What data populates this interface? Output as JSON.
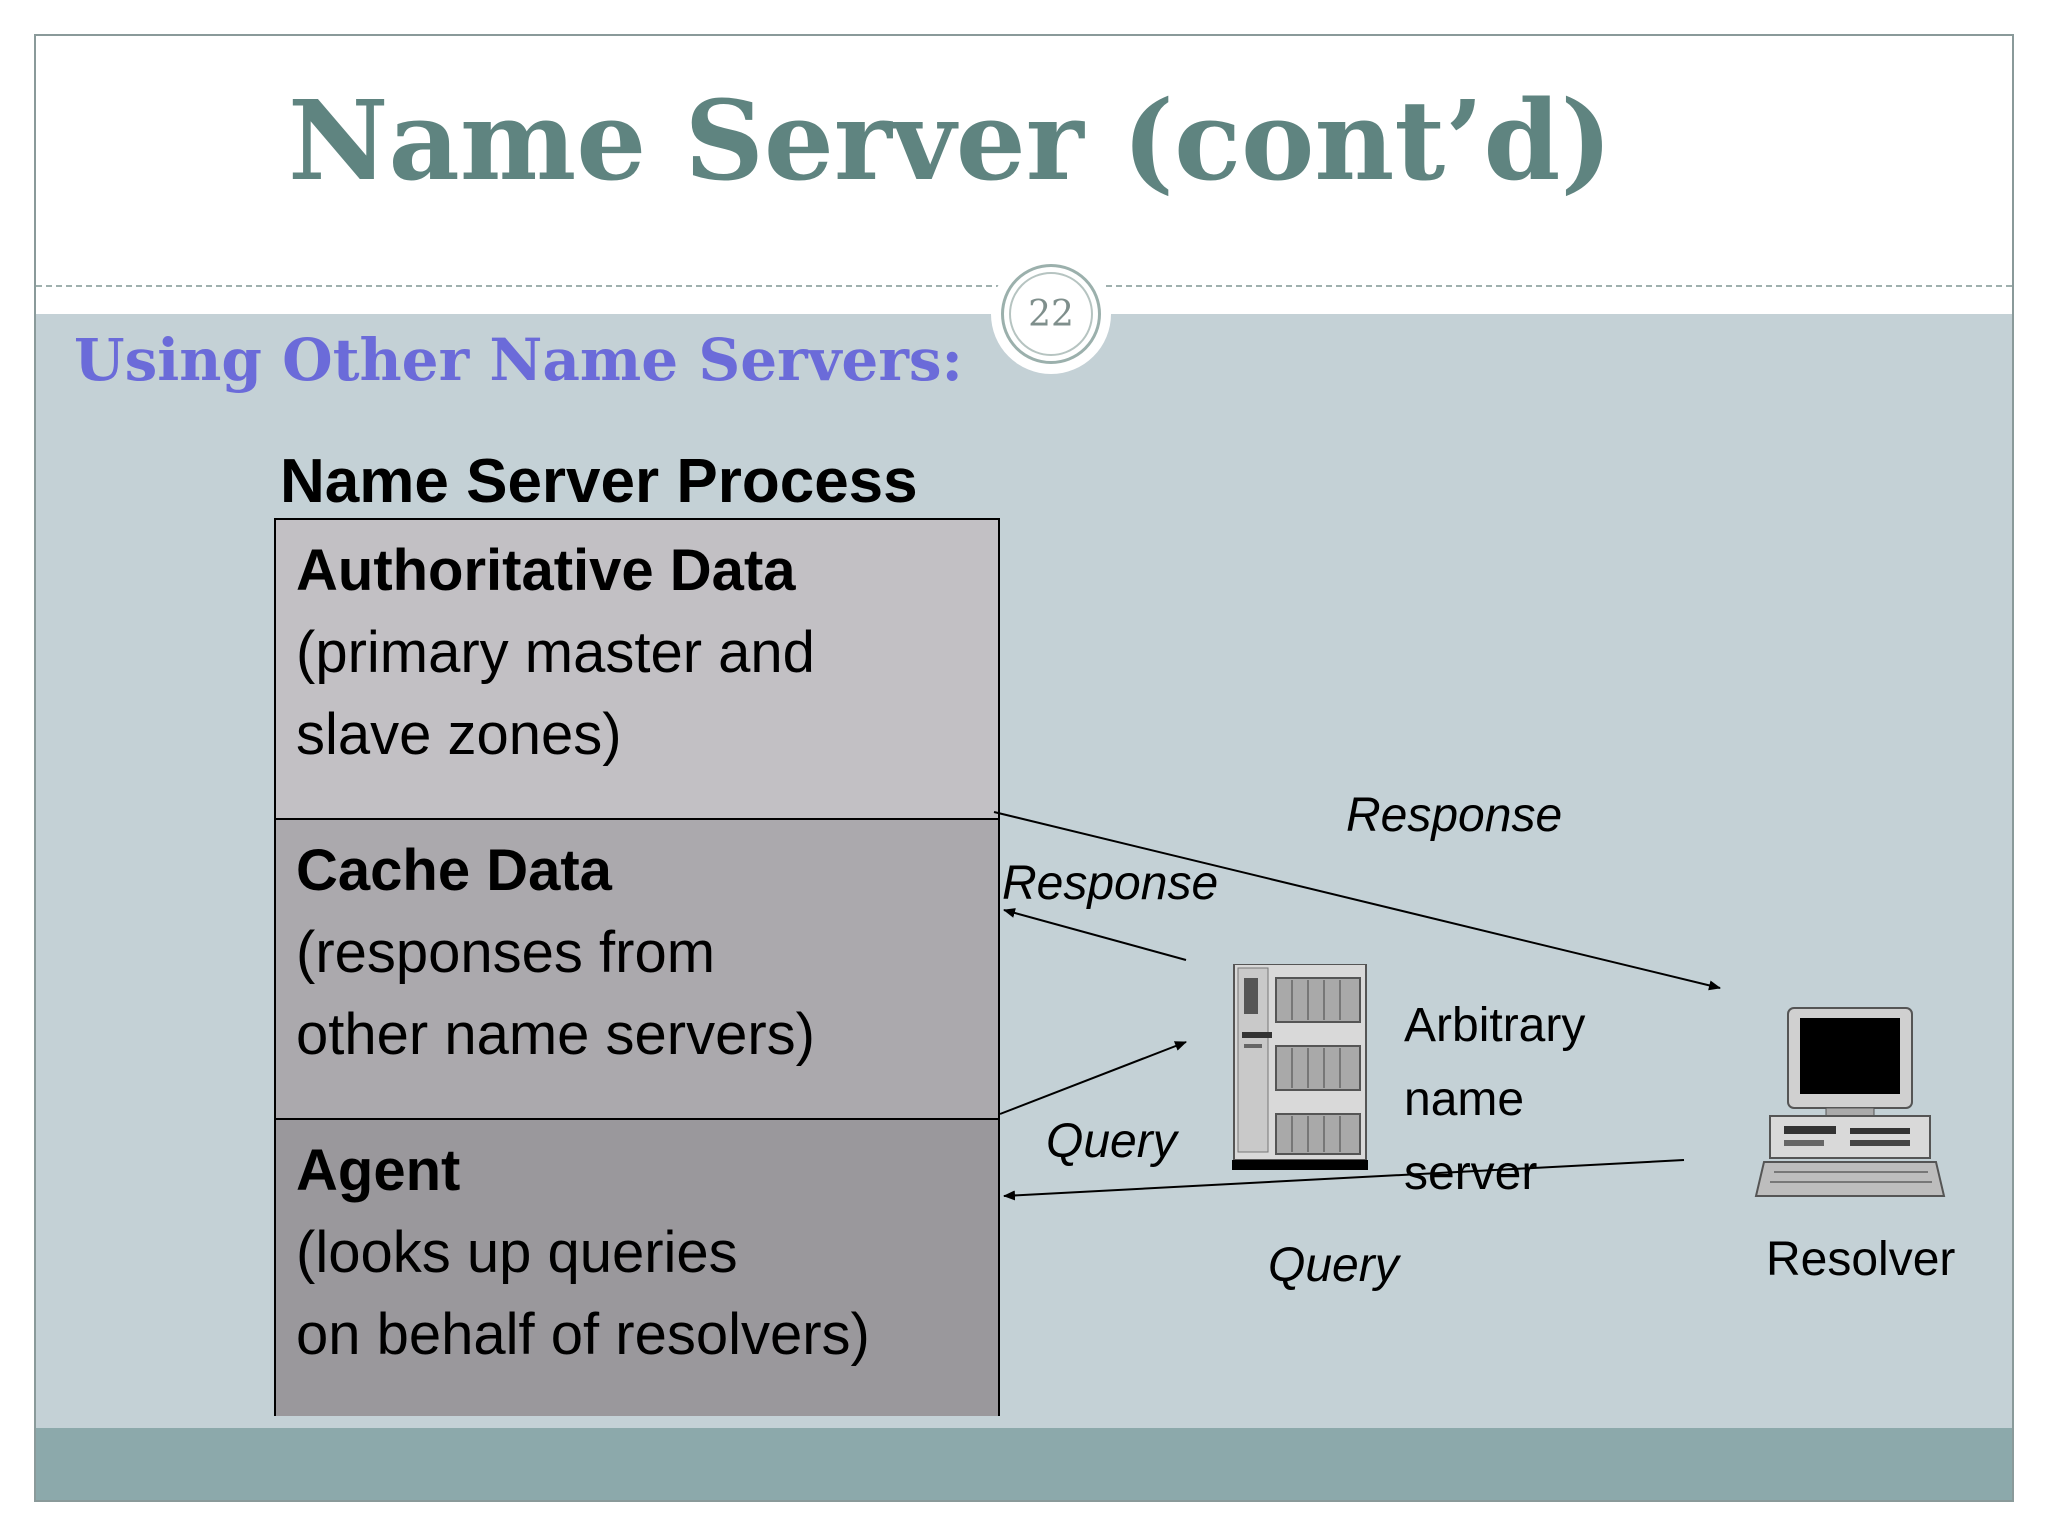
{
  "slide": {
    "title": "Name Server (cont’d)",
    "page_number": "22",
    "subtitle": "Using Other Name Servers:",
    "colors": {
      "title": "#5f8480",
      "subtitle": "#6b6bd9",
      "content_background": "#c4d1d6",
      "footer_band": "#8ca9ab"
    }
  },
  "diagram": {
    "process_title": "Name Server Process",
    "sections": [
      {
        "heading": "Authoritative Data",
        "lines": [
          "(primary master and",
          "slave zones)"
        ],
        "color": "#c2c0c4"
      },
      {
        "heading": "Cache Data",
        "lines": [
          "(responses from",
          "other name servers)"
        ],
        "color": "#aba9ad"
      },
      {
        "heading": "Agent",
        "lines": [
          "(looks up queries",
          "on behalf of resolvers)"
        ],
        "color": "#9a989c"
      }
    ],
    "arbitrary_server": {
      "label_lines": [
        "Arbitrary",
        "name",
        "server"
      ],
      "icon": "server-tower-icon"
    },
    "resolver": {
      "label": "Resolver",
      "icon": "desktop-computer-icon"
    },
    "arrows": {
      "response_to_resolver": "Response",
      "response_from_server": "Response",
      "query_to_server": "Query",
      "query_from_resolver": "Query"
    }
  }
}
